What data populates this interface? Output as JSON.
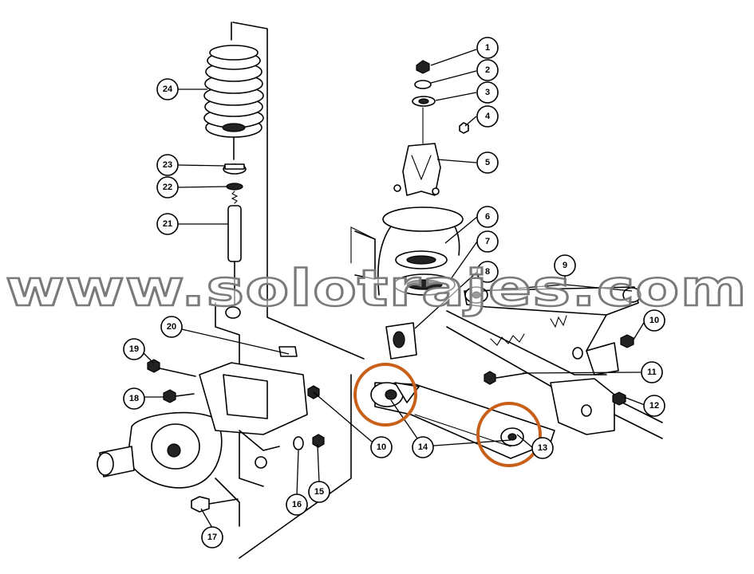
{
  "watermark": {
    "text": "www.solotrajes.com"
  },
  "highlight_color": "#c8601a",
  "callouts": [
    {
      "id": "c1",
      "label": "1"
    },
    {
      "id": "c2",
      "label": "2"
    },
    {
      "id": "c3",
      "label": "3"
    },
    {
      "id": "c4",
      "label": "4"
    },
    {
      "id": "c5",
      "label": "5"
    },
    {
      "id": "c6",
      "label": "6"
    },
    {
      "id": "c7",
      "label": "7"
    },
    {
      "id": "c8",
      "label": "8"
    },
    {
      "id": "c9",
      "label": "9"
    },
    {
      "id": "c10a",
      "label": "10"
    },
    {
      "id": "c10b",
      "label": "10"
    },
    {
      "id": "c11",
      "label": "11"
    },
    {
      "id": "c12",
      "label": "12"
    },
    {
      "id": "c13",
      "label": "13"
    },
    {
      "id": "c14",
      "label": "14"
    },
    {
      "id": "c15",
      "label": "15"
    },
    {
      "id": "c16",
      "label": "16"
    },
    {
      "id": "c17",
      "label": "17"
    },
    {
      "id": "c18",
      "label": "18"
    },
    {
      "id": "c19",
      "label": "19"
    },
    {
      "id": "c20",
      "label": "20"
    },
    {
      "id": "c21",
      "label": "21"
    },
    {
      "id": "c22",
      "label": "22"
    },
    {
      "id": "c23",
      "label": "23"
    },
    {
      "id": "c24",
      "label": "24"
    }
  ]
}
